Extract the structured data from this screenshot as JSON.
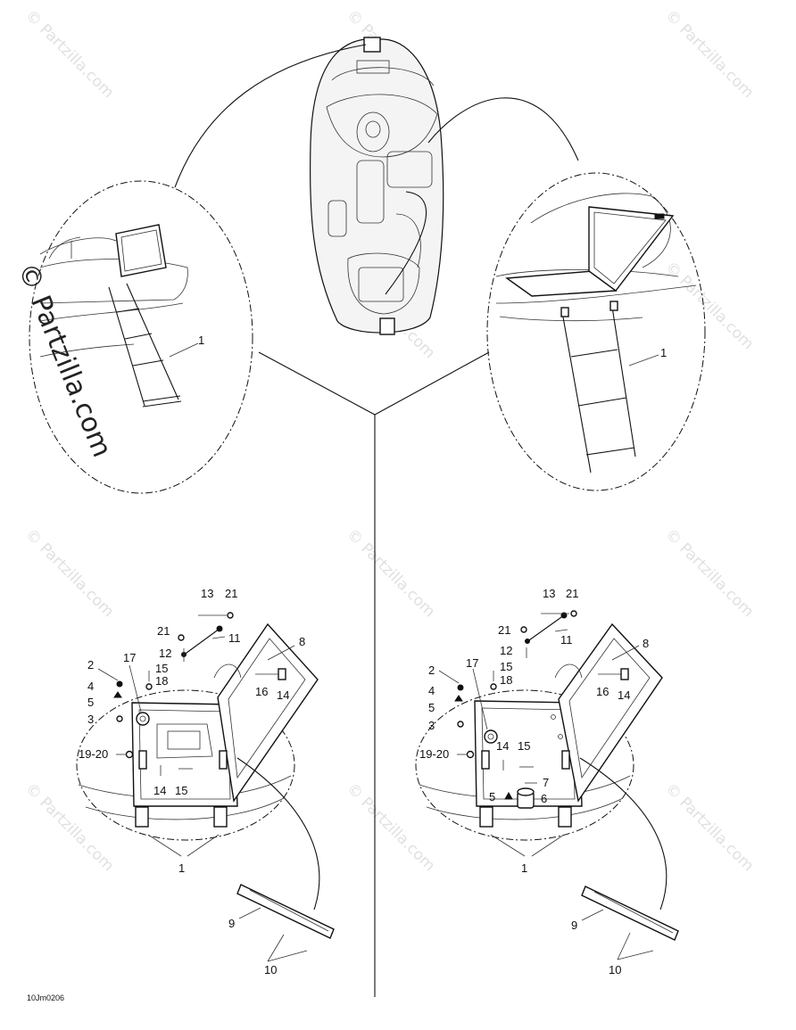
{
  "watermark": {
    "text": "© Partzilla.com",
    "large_text": "© Partzilla.com"
  },
  "diagram_code": "10Jm0206",
  "callouts": {
    "top_left_ladder": "1",
    "top_right_ladder": "1",
    "left": {
      "c13": "13",
      "c21a": "21",
      "c21b": "21",
      "c12": "12",
      "c11": "11",
      "c8": "8",
      "c2": "2",
      "c17": "17",
      "c15a": "15",
      "c18": "18",
      "c4": "4",
      "c16": "16",
      "c14a": "14",
      "c5": "5",
      "c3": "3",
      "c1920": "19-20",
      "c14b": "14",
      "c15b": "15",
      "c1": "1",
      "c9": "9",
      "c10": "10"
    },
    "right": {
      "c13": "13",
      "c21a": "21",
      "c21b": "21",
      "c12": "12",
      "c11": "11",
      "c8": "8",
      "c2": "2",
      "c17": "17",
      "c15a": "15",
      "c18": "18",
      "c4": "4",
      "c16": "16",
      "c14a": "14",
      "c5a": "5",
      "c3": "3",
      "c14b": "14",
      "c15b": "15",
      "c1920": "19-20",
      "c7": "7",
      "c5b": "5",
      "c6": "6",
      "c1": "1",
      "c9": "9",
      "c10": "10"
    }
  },
  "icons": [
    "boat-hull-top-view",
    "ladder-left-detail",
    "ladder-right-detail",
    "ladder-assembly-left",
    "ladder-assembly-right",
    "hinge-strip"
  ]
}
